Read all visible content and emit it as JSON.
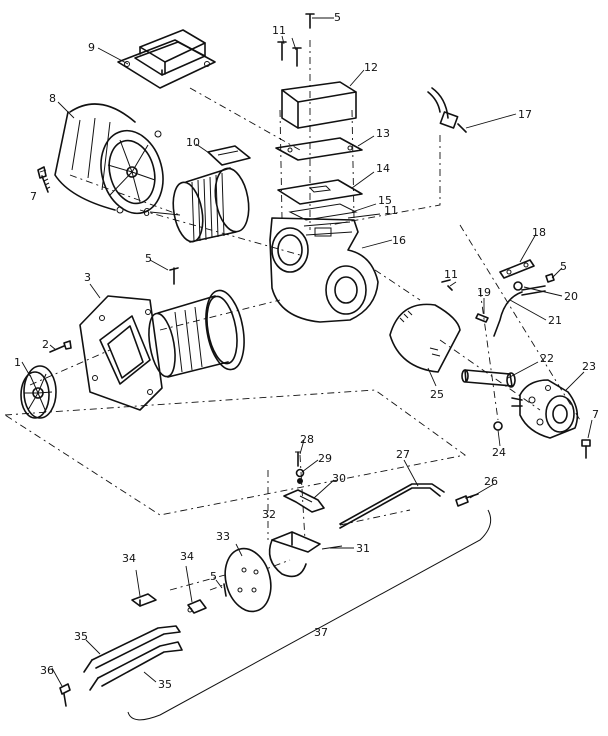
{
  "callouts": [
    {
      "id": "c1",
      "text": "1"
    },
    {
      "id": "c2",
      "text": "2"
    },
    {
      "id": "c3",
      "text": "3"
    },
    {
      "id": "c5a",
      "text": "5"
    },
    {
      "id": "c5b",
      "text": "5"
    },
    {
      "id": "c5c",
      "text": "5"
    },
    {
      "id": "c5d",
      "text": "5"
    },
    {
      "id": "c6",
      "text": "6"
    },
    {
      "id": "c7a",
      "text": "7"
    },
    {
      "id": "c7b",
      "text": "7"
    },
    {
      "id": "c8",
      "text": "8"
    },
    {
      "id": "c9",
      "text": "9"
    },
    {
      "id": "c10",
      "text": "10"
    },
    {
      "id": "c11a",
      "text": "11"
    },
    {
      "id": "c11b",
      "text": "11"
    },
    {
      "id": "c11c",
      "text": "11"
    },
    {
      "id": "c12",
      "text": "12"
    },
    {
      "id": "c13",
      "text": "13"
    },
    {
      "id": "c14",
      "text": "14"
    },
    {
      "id": "c15",
      "text": "15"
    },
    {
      "id": "c16",
      "text": "16"
    },
    {
      "id": "c17",
      "text": "17"
    },
    {
      "id": "c18",
      "text": "18"
    },
    {
      "id": "c19",
      "text": "19"
    },
    {
      "id": "c20",
      "text": "20"
    },
    {
      "id": "c21",
      "text": "21"
    },
    {
      "id": "c22",
      "text": "22"
    },
    {
      "id": "c23",
      "text": "23"
    },
    {
      "id": "c24",
      "text": "24"
    },
    {
      "id": "c25",
      "text": "25"
    },
    {
      "id": "c26",
      "text": "26"
    },
    {
      "id": "c27",
      "text": "27"
    },
    {
      "id": "c28",
      "text": "28"
    },
    {
      "id": "c29",
      "text": "29"
    },
    {
      "id": "c30",
      "text": "30"
    },
    {
      "id": "c31",
      "text": "31"
    },
    {
      "id": "c32",
      "text": "32"
    },
    {
      "id": "c33",
      "text": "33"
    },
    {
      "id": "c34a",
      "text": "34"
    },
    {
      "id": "c34b",
      "text": "34"
    },
    {
      "id": "c35a",
      "text": "35"
    },
    {
      "id": "c35b",
      "text": "35"
    },
    {
      "id": "c36",
      "text": "36"
    },
    {
      "id": "c37",
      "text": "37"
    }
  ]
}
